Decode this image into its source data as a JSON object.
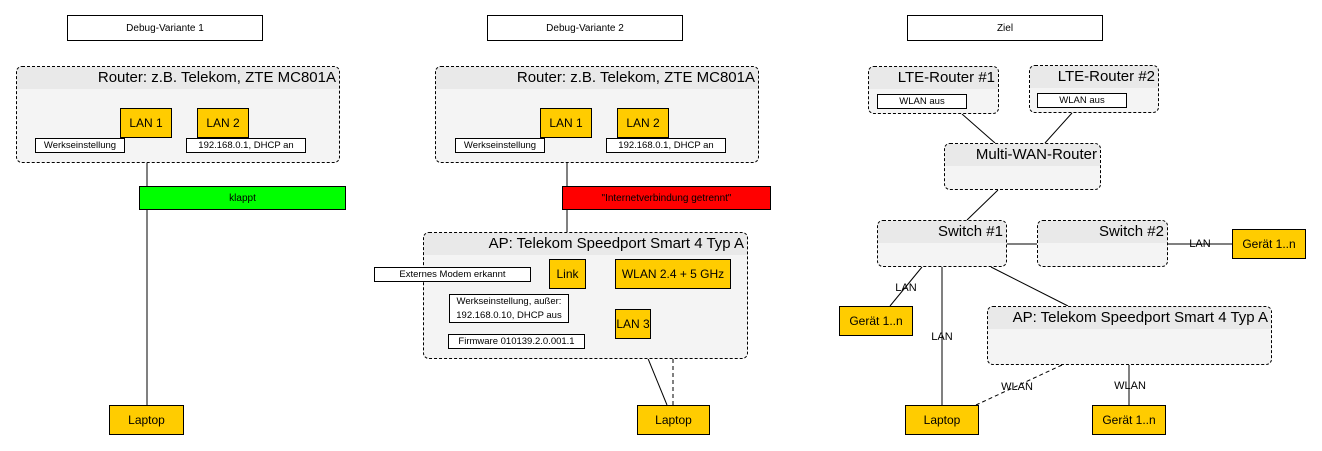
{
  "panel1": {
    "title": "Debug-Variante 1",
    "router": "Router: z.B. Telekom, ZTE MC801A",
    "lan1": "LAN 1",
    "lan2": "LAN 2",
    "lan1_note": "Werkseinstellung",
    "lan2_note": "192.168.0.1, DHCP an",
    "status": "klappt",
    "status_color": "#00ff00",
    "laptop": "Laptop"
  },
  "panel2": {
    "title": "Debug-Variante 2",
    "router": "Router: z.B. Telekom, ZTE MC801A",
    "lan1": "LAN 1",
    "lan2": "LAN 2",
    "lan1_note": "Werkseinstellung",
    "lan2_note": "192.168.0.1, DHCP an",
    "status": "\"Internetverbindung getrennt\"",
    "status_color": "#ff0000",
    "ap": "AP: Telekom Speedport Smart 4 Typ A",
    "link": "Link",
    "wlan": "WLAN 2.4 + 5 GHz",
    "lan3": "LAN 3",
    "modem_note": "Externes Modem erkannt",
    "settings_note_1": "Werkseinstellung, außer:",
    "settings_note_2": "192.168.0.10, DHCP aus",
    "firmware_note": "Firmware 010139.2.0.001.1",
    "laptop": "Laptop"
  },
  "panel3": {
    "title": "Ziel",
    "lte1": "LTE-Router #1",
    "lte1_note": "WLAN aus",
    "lte2": "LTE-Router #2",
    "lte2_note": "WLAN aus",
    "multiwan": "Multi-WAN-Router",
    "switch1": "Switch #1",
    "switch2": "Switch #2",
    "ap": "AP: Telekom Speedport Smart 4 Typ A",
    "device_right": "Gerät 1..n",
    "device_left": "Gerät 1..n",
    "device_bottom": "Gerät 1..n",
    "laptop": "Laptop",
    "edge_lan_right": "LAN",
    "edge_lan_left": "LAN",
    "edge_lan_laptop": "LAN",
    "edge_wlan_laptop": "WLAN",
    "edge_wlan_device": "WLAN"
  },
  "colors": {
    "node": "#ffcc00",
    "group": "#f4f4f4"
  }
}
